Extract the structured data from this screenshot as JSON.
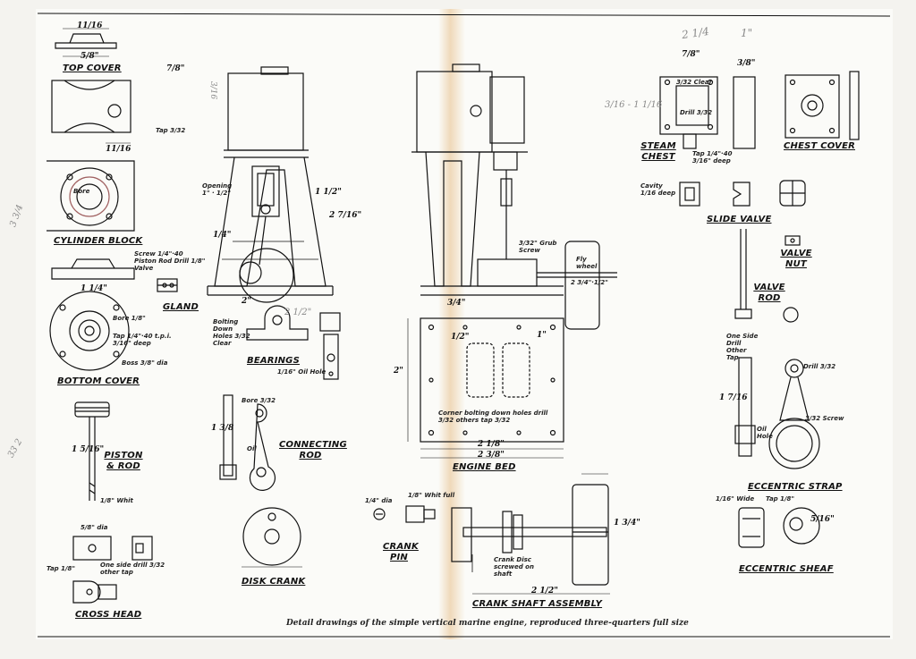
{
  "parts": {
    "top_cover": "TOP COVER",
    "cylinder_block": "CYLINDER BLOCK",
    "gland": "GLAND",
    "bottom_cover": "BOTTOM COVER",
    "piston_rod": "PISTON & ROD",
    "cross_head": "CROSS HEAD",
    "bearings": "BEARINGS",
    "connecting_rod": "CONNECTING ROD",
    "disk_crank": "DISK CRANK",
    "engine_bed": "ENGINE BED",
    "crank_pin": "CRANK PIN",
    "crank_shaft_assembly": "CRANK SHAFT ASSEMBLY",
    "steam_chest": "STEAM CHEST",
    "chest_cover": "CHEST COVER",
    "slide_valve": "SLIDE VALVE",
    "valve_nut": "VALVE NUT",
    "valve_rod": "VALVE ROD",
    "eccentric_strap": "ECCENTRIC STRAP",
    "eccentric_sheaf": "ECCENTRIC SHEAF"
  },
  "notes": {
    "bore": "Bore",
    "tap_32": "Tap 3/32",
    "screw_piston": "Screw 1/4\"·40 Piston Rod Drill 1/8\" Valve",
    "bore_bc": "Bore 1/8\"",
    "tap_40tpi": "Tap 1/4\"·40 t.p.i. 3/16\" deep",
    "boss_dia": "Boss 3/8\" dia",
    "whit": "1/8\" Whit",
    "dia_58": "5/8\" dia",
    "one_side_drill": "One side drill 3/32 other tap",
    "tap_18": "Tap 1/8\"",
    "opening": "Opening 1\" · 1/2\"",
    "bolting": "Bolting Down Holes 3/32 Clear",
    "oil_hole": "1/16\" Oil Hole",
    "bore_cr": "Bore 3/32",
    "oil": "Oil",
    "grub_screw": "3/32\" Grub Screw",
    "fly_wheel": "Fly wheel",
    "flywheel_size": "2 3/4\"·1/2\"",
    "corner_bolting": "Corner bolting down holes drill 3/32 others tap 3/32",
    "dia_14": "1/4\" dia",
    "full_thread": "1/8\" Whit full",
    "crank_disc_screwed": "Crank Disc screwed on shaft",
    "clear_32": "3/32 Clear",
    "drill_32": "Drill 3/32",
    "tap_1440": "Tap 1/4\"·40 3/16\" deep",
    "cavity": "Cavity 1/16 deep",
    "one_side_drill_valve": "One Side Drill Other Tap",
    "drill_32b": "Drill 3/32",
    "screw_32": "3/32 Screw",
    "oil_hole2": "Oil Hole",
    "wide_16": "1/16\" Wide",
    "tap_18b": "Tap 1/8\""
  },
  "dims": {
    "d_1116": "11/16",
    "d_58": "5/8\"",
    "d_78": "7/8\"",
    "d_1_14": "1 1/4\"",
    "d_2": "2\"",
    "d_1_12": "1 1/2\"",
    "d_2_716": "2 7/16\"",
    "d_14": "1/4\"",
    "d_2_18": "2 1/8\"",
    "d_2_38": "2 3/8\"",
    "d_2_12": "2 1/2\"",
    "d_1": "1\"",
    "d_12": "1/2\"",
    "d_34": "3/4\"",
    "d_1_34": "1 3/4\"",
    "d_1_316": "1 5/16\"",
    "d_1_716": "1 7/16",
    "d_116": "1/16\"",
    "d_38": "3/8\"",
    "d_516": "5/16\"",
    "d_1_38": "1 3/8"
  },
  "pencil": {
    "p1": "2 1/4",
    "p2": "1\"",
    "p3": "3/16 - 1 1/16",
    "p4": "2 1/2\"",
    "p5": "3/16",
    "p6": "3 3/4",
    "p7": "33 2"
  },
  "caption": "Detail drawings of the simple vertical marine engine, reproduced three-quarters full size"
}
